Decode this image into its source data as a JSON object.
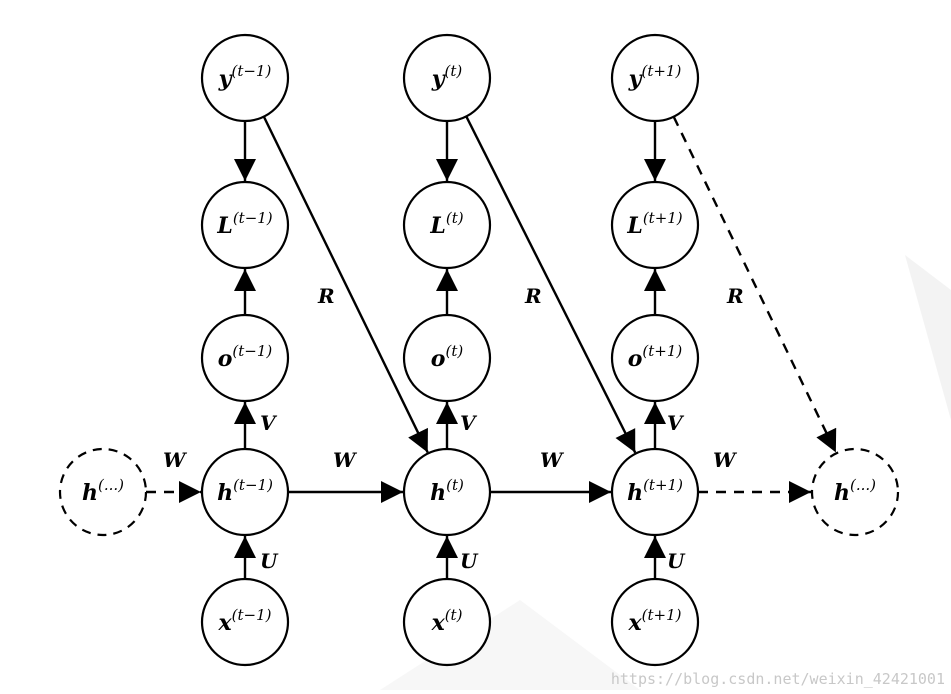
{
  "nodes": [
    {
      "id": "y1",
      "base": "y",
      "sup": "(t−1)"
    },
    {
      "id": "y2",
      "base": "y",
      "sup": "(t)"
    },
    {
      "id": "y3",
      "base": "y",
      "sup": "(t+1)"
    },
    {
      "id": "L1",
      "base": "L",
      "sup": "(t−1)"
    },
    {
      "id": "L2",
      "base": "L",
      "sup": "(t)"
    },
    {
      "id": "L3",
      "base": "L",
      "sup": "(t+1)"
    },
    {
      "id": "o1",
      "base": "o",
      "sup": "(t−1)"
    },
    {
      "id": "o2",
      "base": "o",
      "sup": "(t)"
    },
    {
      "id": "o3",
      "base": "o",
      "sup": "(t+1)"
    },
    {
      "id": "h0",
      "base": "h",
      "sup": "(...)",
      "dashed": true
    },
    {
      "id": "h1",
      "base": "h",
      "sup": "(t−1)"
    },
    {
      "id": "h2",
      "base": "h",
      "sup": "(t)"
    },
    {
      "id": "h3",
      "base": "h",
      "sup": "(t+1)"
    },
    {
      "id": "h4",
      "base": "h",
      "sup": "(...)",
      "dashed": true
    },
    {
      "id": "x1",
      "base": "x",
      "sup": "(t−1)"
    },
    {
      "id": "x2",
      "base": "x",
      "sup": "(t)"
    },
    {
      "id": "x3",
      "base": "x",
      "sup": "(t+1)"
    }
  ],
  "edge_labels": {
    "W": "W",
    "V": "V",
    "U": "U",
    "R": "R"
  },
  "watermark": "https://blog.csdn.net/weixin_42421001"
}
